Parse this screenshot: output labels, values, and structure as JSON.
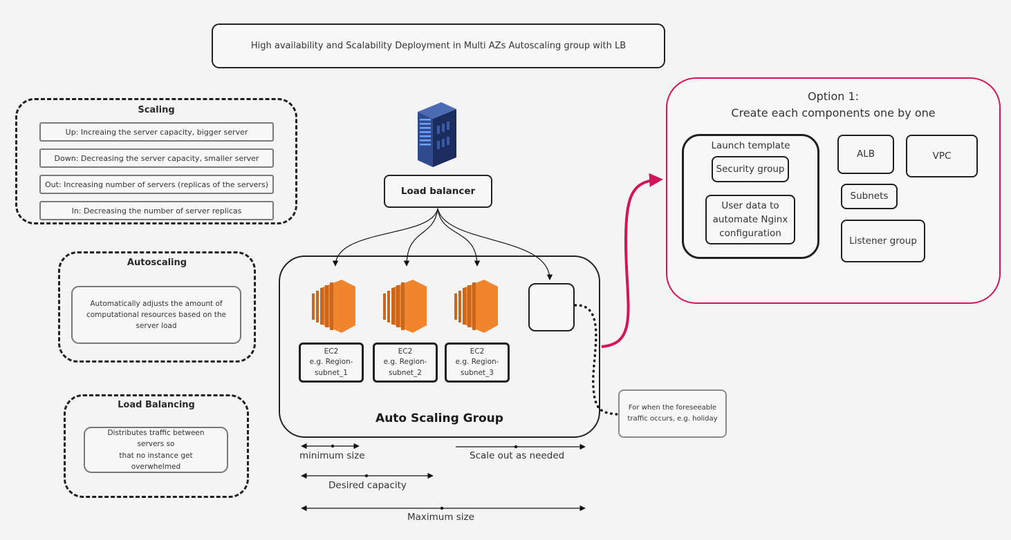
{
  "title": "High availability and Scalability Deployment in Multi AZs Autoscaling group with LB",
  "scaling": {
    "title": "Scaling",
    "items": [
      "Up: Increaing the server capacity, bigger server",
      "Down: Decreasing the server capacity, smaller server",
      "Out: Increasing number of servers (replicas of the servers)",
      "In: Decreasing the number of server replicas"
    ]
  },
  "autoscaling": {
    "title": "Autoscaling",
    "desc_lines": [
      "Automatically adjusts the amount of",
      "computational resources based on the",
      "server load"
    ]
  },
  "load_balancing": {
    "title": "Load Balancing",
    "desc_lines": [
      "Distributes traffic between servers so",
      "that no instance get overwhelmed"
    ]
  },
  "load_balancer": {
    "label": "Load balancer",
    "icon": "server-rack-icon"
  },
  "asg": {
    "title": "Auto Scaling Group",
    "instances": [
      {
        "icon": "ec2-icon",
        "lines": [
          "EC2",
          "e.g. Region-",
          "subnet_1"
        ]
      },
      {
        "icon": "ec2-icon",
        "lines": [
          "EC2",
          "e.g. Region-",
          "subnet_2"
        ]
      },
      {
        "icon": "ec2-icon",
        "lines": [
          "EC2",
          "e.g. Region-",
          "subnet_3"
        ]
      }
    ]
  },
  "note": {
    "lines": [
      "For when the foreseeable",
      "traffic occurs, e.g. holiday"
    ]
  },
  "capacity": {
    "minimum": "minimum size",
    "scale_out": "Scale out as needed",
    "desired": "Desired capacity",
    "maximum": "Maximum size"
  },
  "option": {
    "title_lines": [
      "Option 1:",
      "Create each components one by one"
    ],
    "launch_template": {
      "title": "Launch template",
      "security_group": "Security group",
      "user_data_lines": [
        "User data to",
        "automate Nginx",
        "configuration"
      ]
    },
    "alb": "ALB",
    "vpc": "VPC",
    "subnets": "Subnets",
    "listener": "Listener group"
  },
  "colors": {
    "accent": "#d4145a",
    "ec2_orange": "#f0852d",
    "ec2_dark": "#c9671f",
    "server_blue": "#2f4a8f"
  }
}
